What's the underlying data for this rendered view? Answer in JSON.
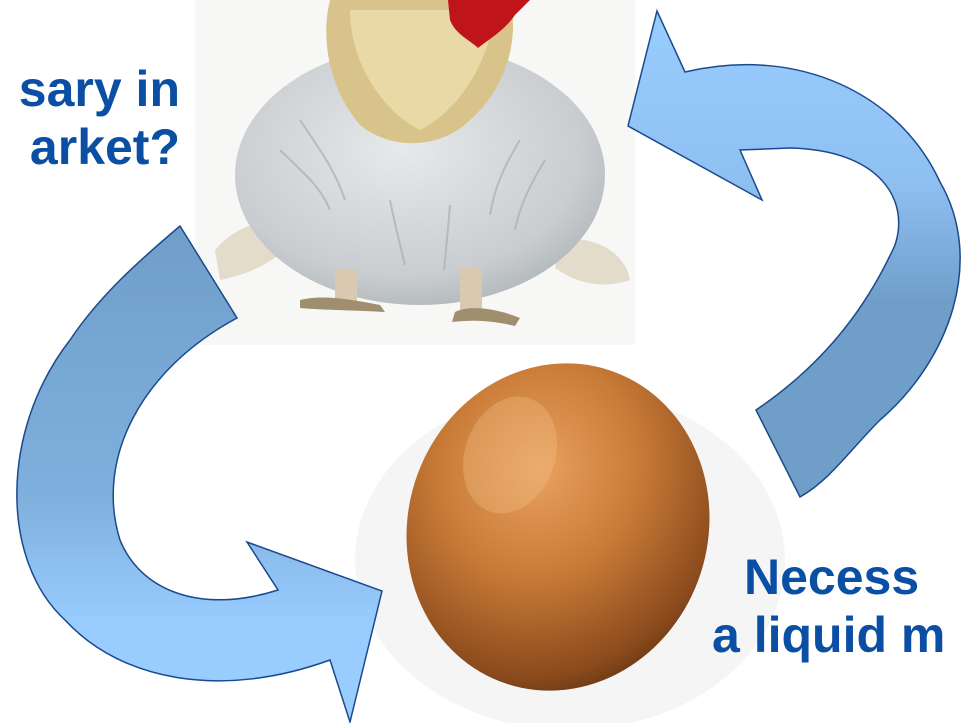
{
  "captions": {
    "top_left": {
      "line1": "sary in",
      "line2": "arket?"
    },
    "bottom_right": {
      "line1": "Necess",
      "line2": "a liquid m"
    }
  },
  "images": {
    "top": "chicken-photo",
    "bottom": "egg-photo"
  },
  "arrows": {
    "fill_light": "#99ccff",
    "fill_dark": "#6f9ec9",
    "stroke": "#1a4a8c"
  },
  "text_color": "#0a4fa3"
}
